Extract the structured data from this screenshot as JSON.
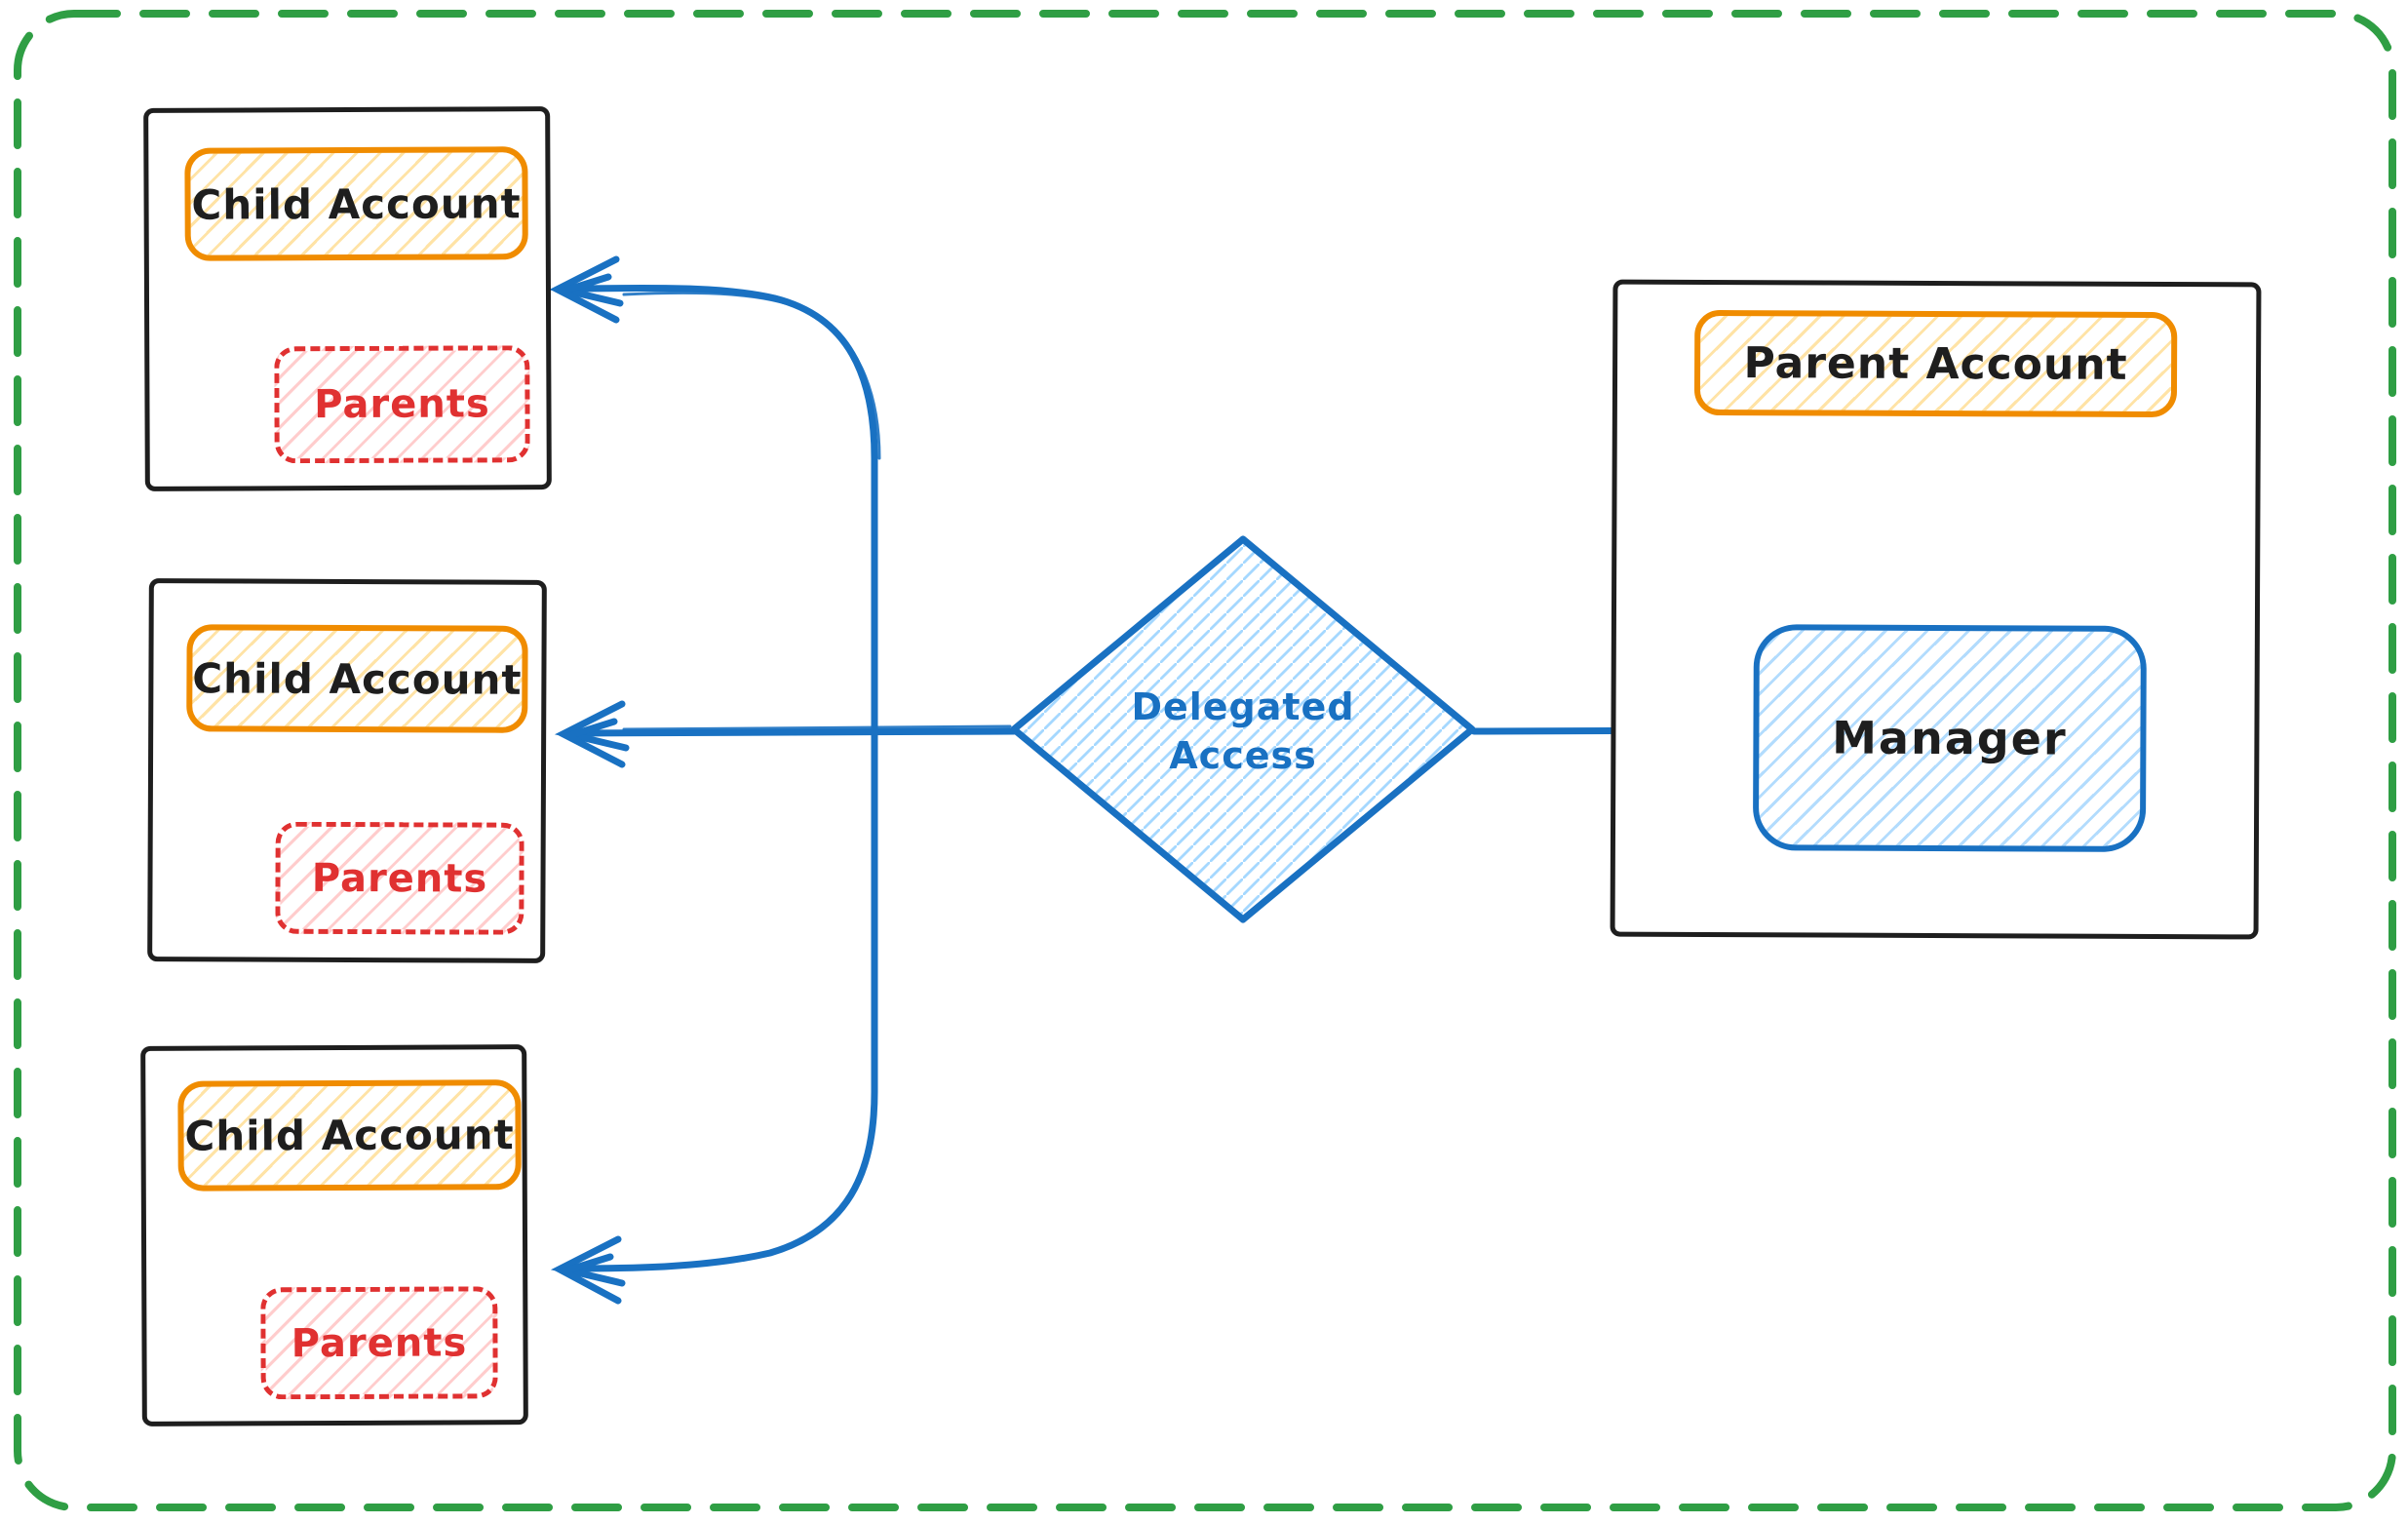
{
  "diagram": {
    "type": "hand-drawn account delegation diagram"
  },
  "child_accounts": [
    {
      "box_label": "Child Account",
      "parents_label": "Parents"
    },
    {
      "box_label": "Child Account",
      "parents_label": "Parents"
    },
    {
      "box_label": "Child Account",
      "parents_label": "Parents"
    }
  ],
  "parent_account": {
    "label": "Parent Account",
    "manager_label": "Manager"
  },
  "decision": {
    "line1": "Delegated",
    "line2": "Access"
  },
  "colors": {
    "canvas_border_green": "#2f9e44",
    "sketch_black": "#1e1e1e",
    "accent_orange": "#f08c00",
    "orange_hatch": "#ffc74d",
    "accent_red": "#e03131",
    "red_hatch": "#ff8f8f",
    "accent_blue": "#1971c2",
    "blue_hatch": "#a5d8ff",
    "background": "#ffffff"
  }
}
